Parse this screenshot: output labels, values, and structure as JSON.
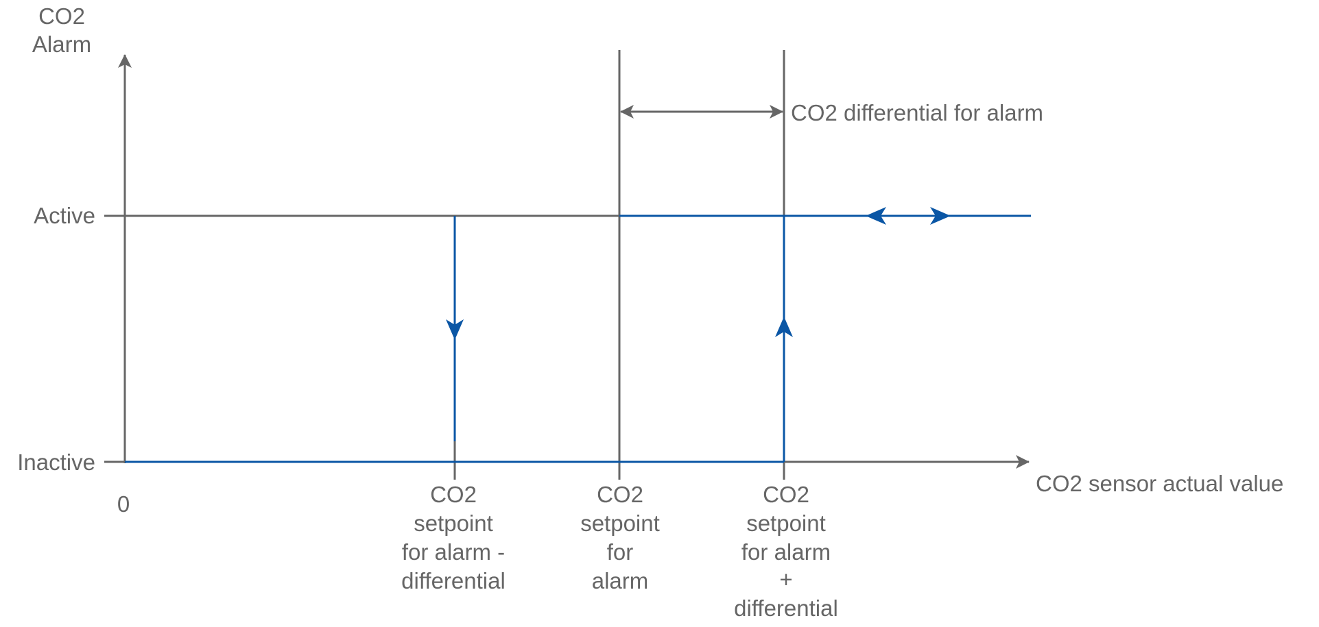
{
  "y_axis": {
    "title_lines": [
      "CO2",
      "Alarm"
    ],
    "levels": {
      "active": "Active",
      "inactive": "Inactive"
    }
  },
  "x_axis": {
    "title": "CO2 sensor actual value",
    "origin": "0"
  },
  "thresholds": [
    {
      "id": "lower",
      "lines": [
        "CO2",
        "setpoint",
        "for alarm -",
        "differential"
      ]
    },
    {
      "id": "setpoint",
      "lines": [
        "CO2",
        "setpoint",
        "for",
        "alarm"
      ]
    },
    {
      "id": "upper",
      "lines": [
        "CO2",
        "setpoint",
        "for alarm",
        "+",
        "differential"
      ]
    }
  ],
  "differential_label": "CO2 differential for alarm",
  "colors": {
    "axis": "#666666",
    "signal": "#0a56a5",
    "text": "#666666"
  }
}
